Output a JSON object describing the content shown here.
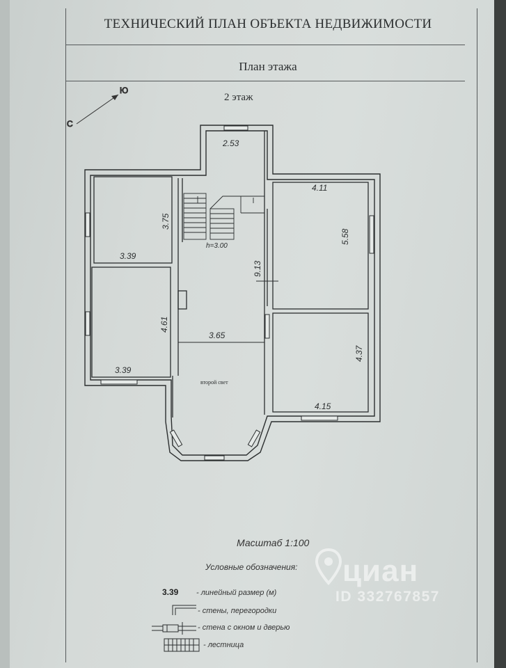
{
  "document": {
    "title": "ТЕХНИЧЕСКИЙ ПЛАН ОБЪЕКТА НЕДВИЖИМОСТИ",
    "plan_title": "План этажа",
    "floor_label": "2 этаж"
  },
  "compass": {
    "north": "Ю",
    "south": "С"
  },
  "dimensions": {
    "top_room": "2.53",
    "nw_room_height": "3.75",
    "nw_room_width": "3.39",
    "sw_room_height": "4.61",
    "sw_room_width": "3.39",
    "ceiling_height": "h=3.00",
    "hall_length": "9.13",
    "hall_width": "3.65",
    "ne_room_width": "4.11",
    "ne_room_height": "5.58",
    "se_room_height": "4.37",
    "se_room_width": "4.15"
  },
  "rooms": {
    "second_light": "второй свет"
  },
  "scale": "Масштаб 1:100",
  "legend": {
    "title": "Условные обозначения:",
    "sample_value": "3.39",
    "linear_size": "- линейный размер (м)",
    "walls": "- стены, перегородки",
    "walls_window_door": "- стена с окном и дверью",
    "stairs": "- лестница"
  },
  "watermark": {
    "logo": "циан",
    "id": "ID 332767857"
  },
  "colors": {
    "paper": "#d5dad8",
    "ink": "#2b2e2f",
    "background": "#3c3f3e"
  }
}
